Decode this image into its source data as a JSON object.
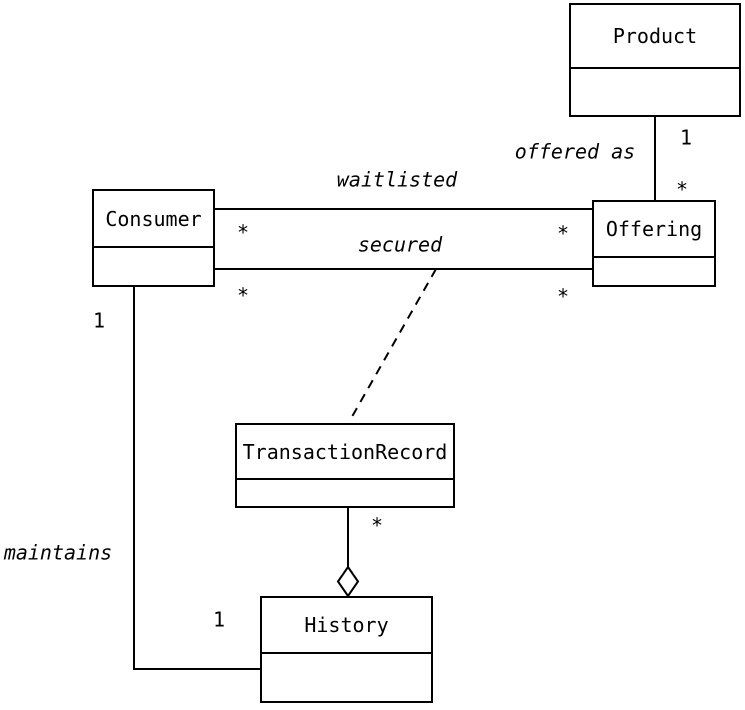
{
  "diagram": {
    "type": "uml-class-diagram",
    "background_color": "#ffffff",
    "line_color": "#000000",
    "classes": {
      "product": {
        "name": "Product"
      },
      "consumer": {
        "name": "Consumer"
      },
      "offering": {
        "name": "Offering"
      },
      "transaction_record": {
        "name": "TransactionRecord"
      },
      "history": {
        "name": "History"
      }
    },
    "associations": {
      "offered_as": {
        "label": "offered as",
        "product_multiplicity": "1",
        "offering_multiplicity": "*"
      },
      "waitlisted": {
        "label": "waitlisted",
        "consumer_multiplicity": "*",
        "offering_multiplicity": "*"
      },
      "secured": {
        "label": "secured",
        "consumer_multiplicity": "*",
        "offering_multiplicity": "*",
        "association_class": "TransactionRecord"
      },
      "maintains": {
        "label": "maintains",
        "consumer_multiplicity": "1",
        "history_multiplicity": "1"
      },
      "history_aggregation": {
        "transaction_record_multiplicity": "*"
      }
    }
  }
}
